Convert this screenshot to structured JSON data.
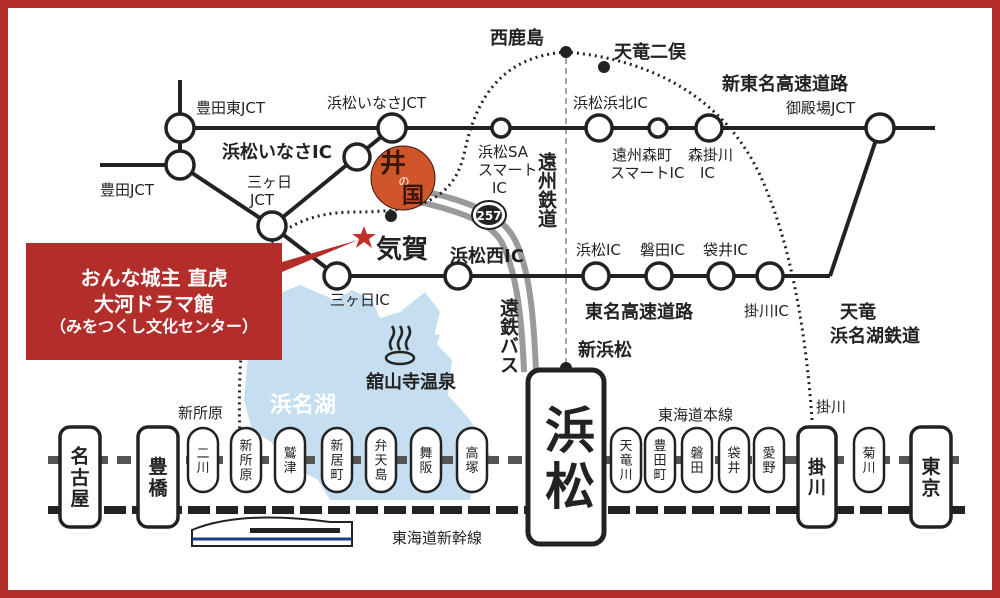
{
  "colors": {
    "frame": "#b32d2b",
    "sea": "#c5dff1",
    "road": "#222222",
    "bus": "#9a9a9a",
    "callout": "#b32d2b",
    "star": "#c0302a",
    "logo": "#d0552a",
    "logo_dark": "#3a1608"
  },
  "labels": {
    "toyota_higashi_jct": "豊田東JCT",
    "hamamatsu_inasa_jct": "浜松いなさJCT",
    "nishi_kashima": "西鹿島",
    "tenryu_futamata": "天竜二俣",
    "shin_tomei": "新東名高速道路",
    "gotemba_jct": "御殿場JCT",
    "hamamatsu_hamakita_ic": "浜松浜北IC",
    "enshu_morimachi_1": "遠州森町",
    "enshu_morimachi_2": "スマートIC",
    "morikakegawa_1": "森掛川",
    "morikakegawa_2": "IC",
    "hamamatsu_sa_1": "浜松SA",
    "hamamatsu_sa_2": "スマート",
    "hamamatsu_sa_3": "IC",
    "enshu_tetsudo": "遠州鉄道",
    "hamamatsu_inasa_ic": "浜松いなさIC",
    "toyota_jct": "豊田JCT",
    "mikkabi_jct_1": "三ヶ日",
    "mikkabi_jct_2": "JCT",
    "route_257": "257",
    "kiga": "気賀",
    "hamamatsu_nishi_ic": "浜松西IC",
    "hamamatsu_ic": "浜松IC",
    "iwata_ic": "磐田IC",
    "fukuroi_ic": "袋井IC",
    "mikkabi_ic": "三ヶ日IC",
    "tomei": "東名高速道路",
    "kakegawa_ic": "掛川IC",
    "tenryu_hamanako_1": "天竜",
    "tenryu_hamanako_2": "浜名湖鉄道",
    "entetsu_bus": "遠鉄バス",
    "shin_hamamatsu": "新浜松",
    "hamanako": "浜名湖",
    "kanzanji_onsen": "舘山寺温泉",
    "shinjohara": "新所原",
    "tokaido_honsen": "東海道本線",
    "kakegawa": "掛川",
    "tokaido_shinkansen": "東海道新幹線"
  },
  "callout": {
    "line1": "おんな城主 直虎",
    "line2": "大河ドラマ館",
    "line3": "（みをつくし文化センター）"
  },
  "logo": {
    "top": "井",
    "small": "の",
    "bottom": "国"
  },
  "stations": {
    "nagoya": "名古屋",
    "toyohashi": "豊橋",
    "local_west": [
      "二川",
      "新所原",
      "鷲津",
      "新居町",
      "弁天島",
      "舞阪",
      "高塚"
    ],
    "hamamatsu": "浜松",
    "local_east": [
      "天竜川",
      "豊田町",
      "磐田",
      "袋井",
      "愛野"
    ],
    "kakegawa": "掛川",
    "kikugawa": "菊川",
    "tokyo": "東京"
  }
}
